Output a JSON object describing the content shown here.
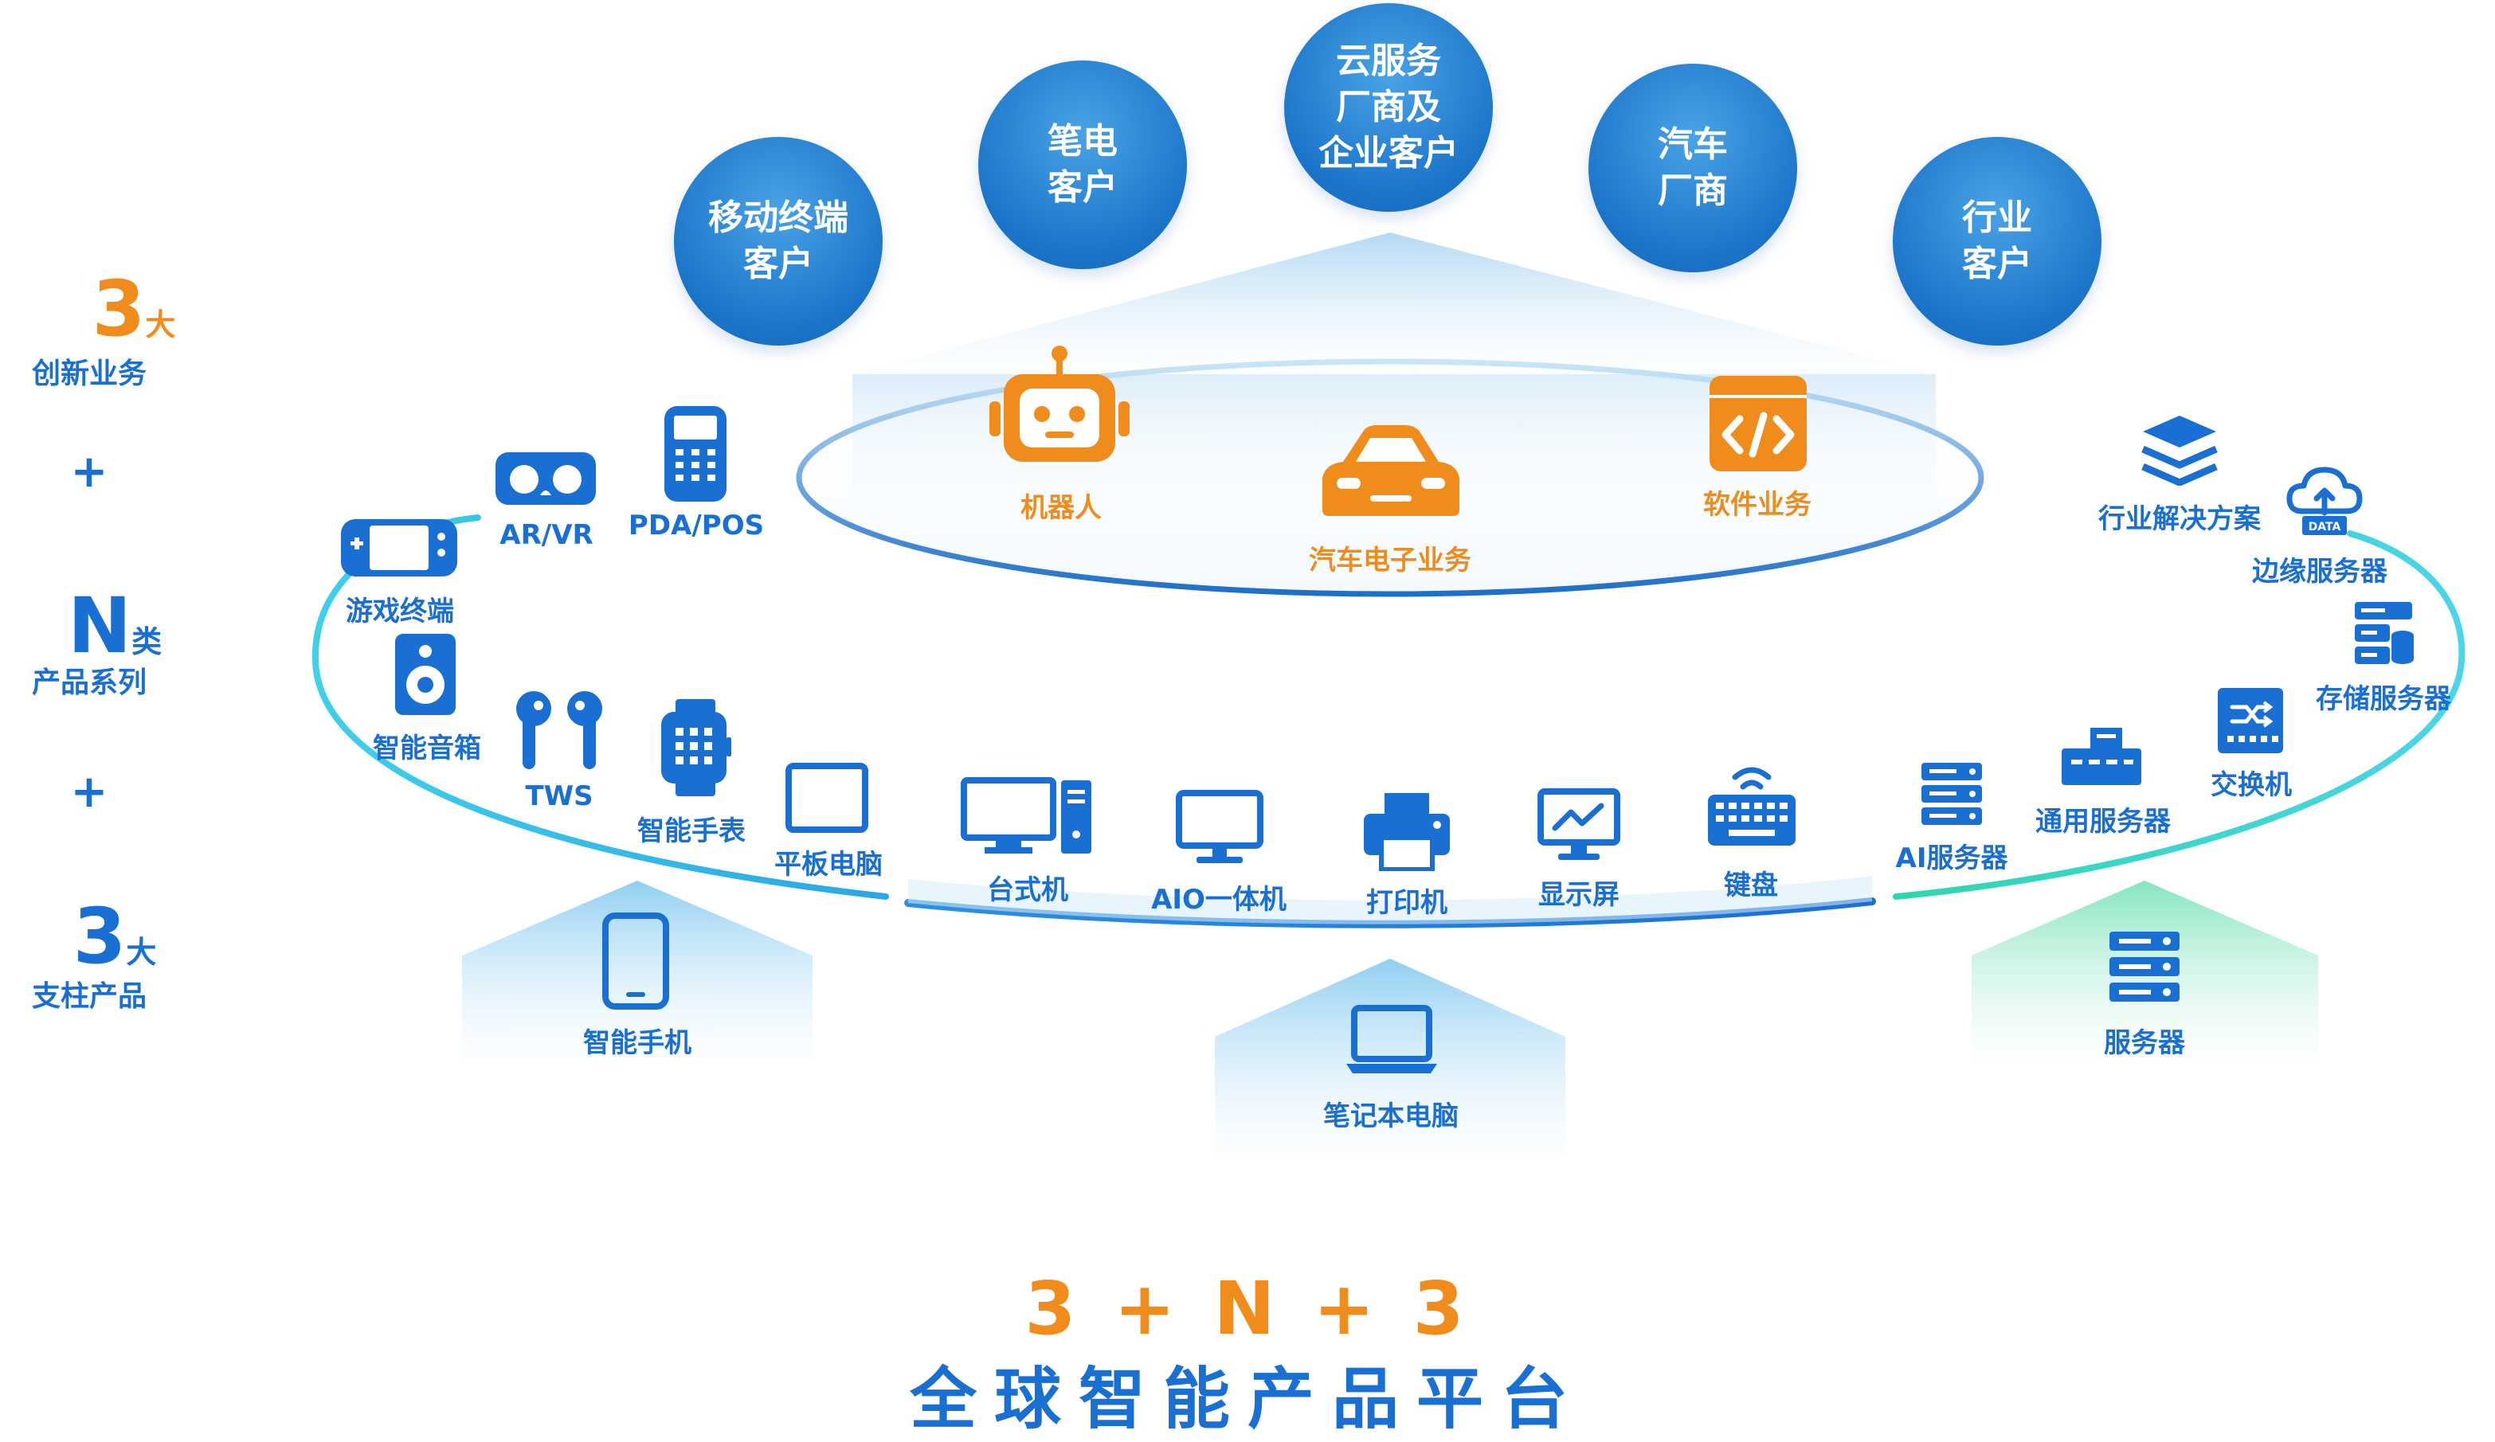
{
  "legend": {
    "item1_number": "3",
    "item1_unit": "大",
    "item1_text": "创新业务",
    "plus1": "+",
    "item2_number": "N",
    "item2_unit": "类",
    "item2_text": "产品系列",
    "plus2": "+",
    "item3_number": "3",
    "item3_unit": "大",
    "item3_text": "支柱产品"
  },
  "customers": {
    "mobile": "移动终端\n客户",
    "laptop": "笔电\n客户",
    "cloud": "云服务\n厂商及\n企业客户",
    "auto": "汽车\n厂商",
    "industry": "行业\n客户"
  },
  "innovation": {
    "robot": "机器人",
    "auto_electronics": "汽车电子业务",
    "software": "软件业务"
  },
  "products_left": {
    "game": "游戏终端",
    "arvr": "AR/VR",
    "pda": "PDA/POS",
    "speaker": "智能音箱",
    "tws": "TWS",
    "watch": "智能手表",
    "tablet": "平板电脑"
  },
  "products_middle": {
    "desktop": "台式机",
    "aio": "AIO一体机",
    "printer": "打印机",
    "monitor": "显示屏",
    "keyboard": "键盘"
  },
  "products_right": {
    "solutions": "行业解决方案",
    "edge": "边缘服务器",
    "data_badge": "DATA",
    "storage": "存储服务器",
    "switch": "交换机",
    "general": "通用服务器",
    "ai": "AI服务器"
  },
  "pillars": {
    "phone": "智能手机",
    "laptop": "笔记本电脑",
    "server": "服务器"
  },
  "footer": {
    "formula": "3 + N + 3",
    "platform": "全球智能产品平台"
  },
  "colors": {
    "blue": "#1a6fd3",
    "orange": "#f08c1b",
    "green": "#38d39a",
    "cyan": "#38c8e8"
  }
}
